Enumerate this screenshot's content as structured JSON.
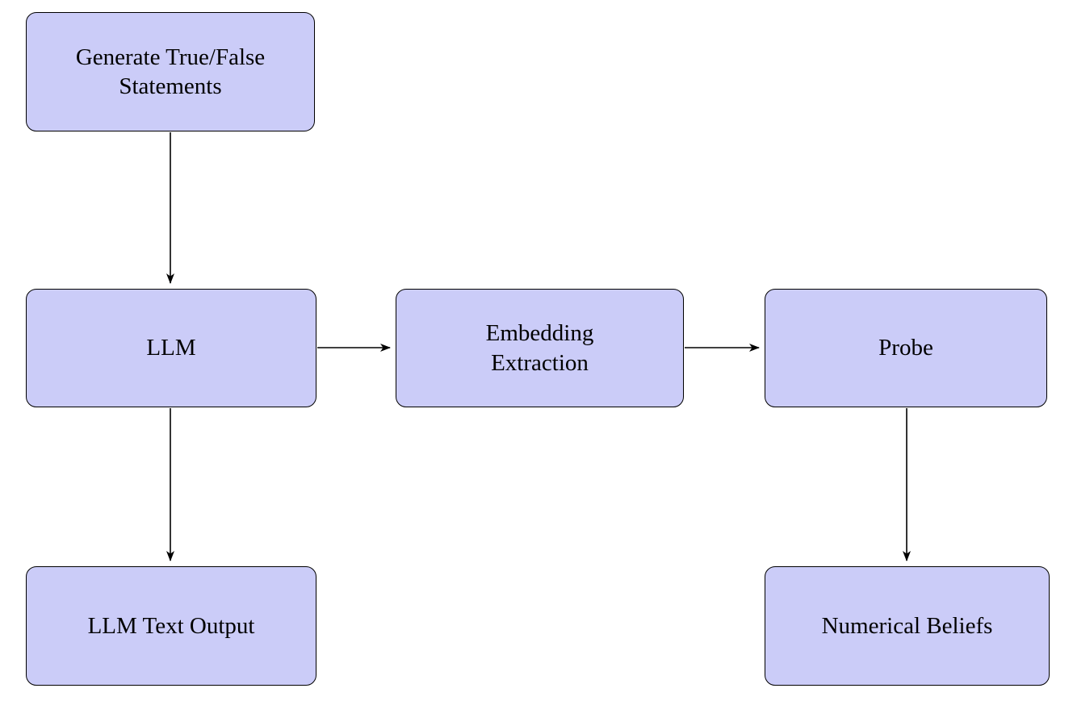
{
  "diagram": {
    "type": "flowchart",
    "background_color": "#ffffff",
    "node_fill_color": "#cbccf8",
    "node_border_color": "#000000",
    "arrow_color": "#000000",
    "nodes": {
      "generate_statements": {
        "label": "Generate True/False\nStatements"
      },
      "llm": {
        "label": "LLM"
      },
      "embedding_extraction": {
        "label": "Embedding\nExtraction"
      },
      "probe": {
        "label": "Probe"
      },
      "llm_text_output": {
        "label": "LLM Text Output"
      },
      "numerical_beliefs": {
        "label": "Numerical Beliefs"
      }
    },
    "edges": [
      {
        "from": "generate_statements",
        "to": "llm"
      },
      {
        "from": "llm",
        "to": "embedding_extraction"
      },
      {
        "from": "embedding_extraction",
        "to": "probe"
      },
      {
        "from": "llm",
        "to": "llm_text_output"
      },
      {
        "from": "probe",
        "to": "numerical_beliefs"
      }
    ]
  }
}
